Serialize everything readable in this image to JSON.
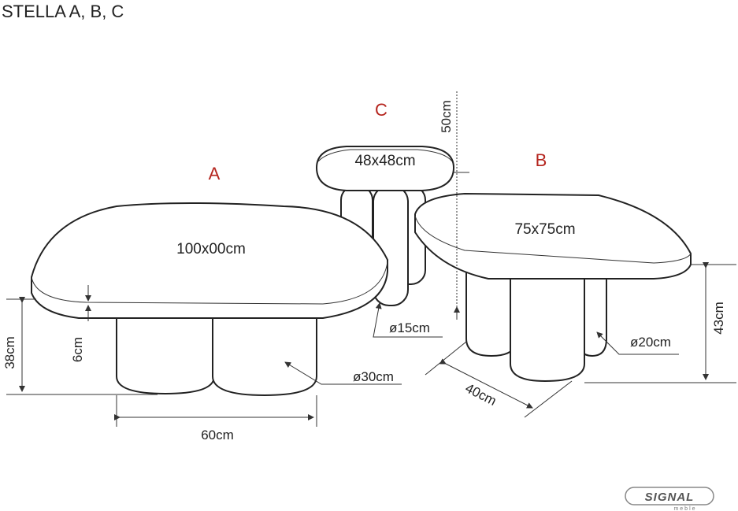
{
  "title": "STELLA A, B, C",
  "tables": {
    "a": {
      "letter": "A",
      "top": "100x00cm",
      "thickness": "6cm",
      "height": "38cm",
      "leg_diameter": "ø30cm",
      "leg_span": "60cm"
    },
    "b": {
      "letter": "B",
      "top": "75x75cm",
      "height": "43cm",
      "leg_diameter": "ø20cm",
      "leg_span": "40cm"
    },
    "c": {
      "letter": "C",
      "top": "48x48cm",
      "height": "50cm",
      "leg_diameter": "ø15cm"
    }
  },
  "logo": {
    "name": "SIGNAL",
    "sub": "meble"
  },
  "colors": {
    "letters": "#b5251e",
    "outline": "#222222"
  }
}
